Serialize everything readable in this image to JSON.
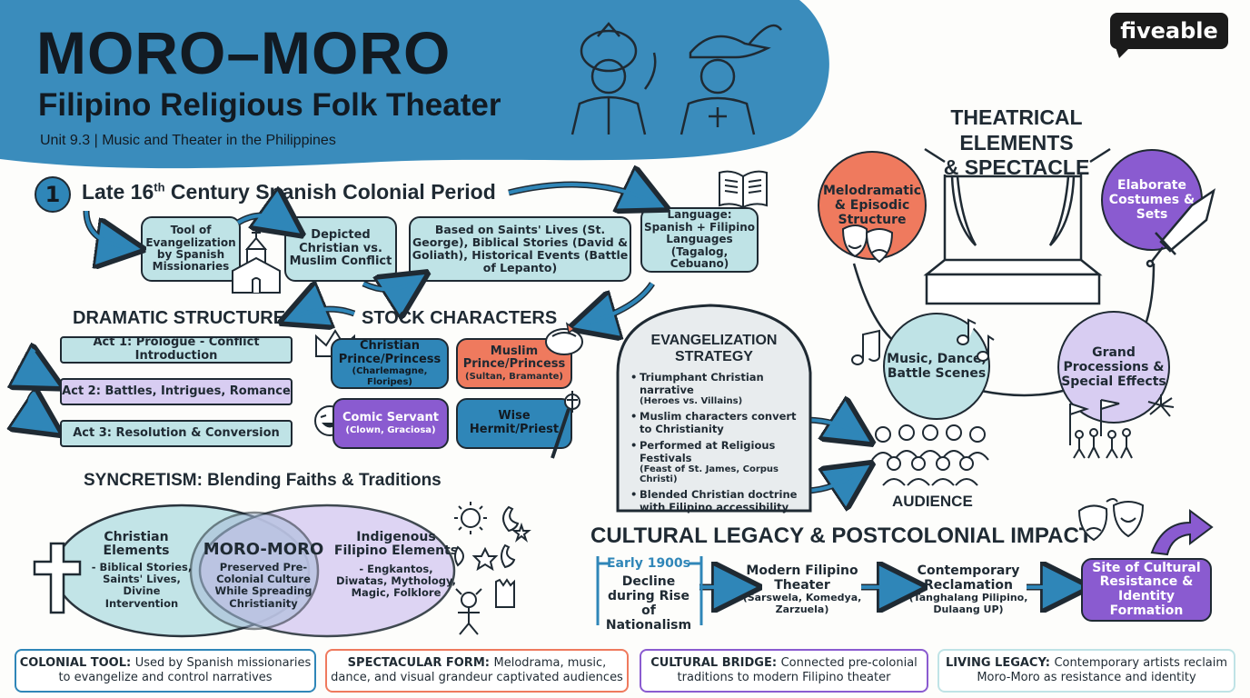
{
  "brand": "fiveable",
  "header": {
    "title": "MORO–MORO",
    "subtitle": "Filipino Religious Folk Theater",
    "unit": "Unit 9.3 | Music and Theater in the Philippines"
  },
  "timeline": {
    "number": "1",
    "period_pre": "Late 16",
    "period_sup": "th",
    "period_post": " Century Spanish Colonial Period",
    "tool": "Tool of Evangelization by Spanish Missionaries",
    "depicted": "Depicted Christian vs. Muslim Conflict",
    "based_on": "Based on Saints' Lives (St. George), Biblical Stories (David & Goliath), Historical Events (Battle of Lepanto)",
    "language": "Language: Spanish + Filipino Languages (Tagalog, Cebuano)"
  },
  "dramatic": {
    "heading": "DRAMATIC STRUCTURE",
    "acts": [
      "Act 1: Prologue - Conflict Introduction",
      "Act 2: Battles, Intrigues, Romance",
      "Act 3: Resolution & Conversion"
    ]
  },
  "stock": {
    "heading": "STOCK CHARACTERS",
    "christian": {
      "title": "Christian Prince/Princess",
      "sub": "(Charlemagne, Floripes)"
    },
    "muslim": {
      "title": "Muslim Prince/Princess",
      "sub": "(Sultan, Bramante)"
    },
    "comic": {
      "title": "Comic Servant",
      "sub": "(Clown, Graciosa)"
    },
    "hermit": {
      "title": "Wise Hermit/Priest"
    }
  },
  "strategy": {
    "heading": "EVANGELIZATION STRATEGY",
    "items": [
      {
        "text": "Triumphant Christian narrative",
        "sub": "(Heroes vs. Villains)"
      },
      {
        "text": "Muslim characters convert to Christianity",
        "sub": ""
      },
      {
        "text": "Performed at Religious Festivals",
        "sub": "(Feast of St. James, Corpus Christi)"
      },
      {
        "text": "Blended Christian doctrine with Filipino accessibility",
        "sub": ""
      }
    ]
  },
  "audience": "AUDIENCE",
  "theatrical": {
    "heading_line1": "THEATRICAL ELEMENTS",
    "heading_line2": "& SPECTACLE",
    "melodramatic": "Melodramatic & Episodic Structure",
    "costumes": "Elaborate Costumes & Sets",
    "music": "Music, Dance, Battle Scenes",
    "processions": "Grand Processions & Special Effects"
  },
  "syncretism": {
    "heading": "SYNCRETISM: Blending Faiths & Traditions",
    "christian_title": "Christian Elements",
    "christian_list": "- Biblical Stories, Saints' Lives, Divine Intervention",
    "center_title": "MORO-MORO",
    "center_text": "Preserved Pre-Colonial Culture While Spreading Christianity",
    "indigenous_title": "Indigenous Filipino Elements",
    "indigenous_list": "- Engkantos, Diwatas, Mythology, Magic, Folklore"
  },
  "legacy": {
    "heading": "CULTURAL LEGACY & POSTCOLONIAL IMPACT",
    "early": "Early 1900s",
    "decline": "Decline during Rise of Nationalism",
    "modern_title": "Modern Filipino Theater",
    "modern_sub": "(Sarswela, Komedya, Zarzuela)",
    "contemp_title": "Contemporary Reclamation",
    "contemp_sub": "(Tanghalang Pilipino, Dulaang UP)",
    "site": "Site of Cultural Resistance & Identity Formation"
  },
  "footer": [
    {
      "label": "COLONIAL TOOL:",
      "text": "Used by Spanish missionaries to evangelize and control narratives",
      "color": "#2f86b8"
    },
    {
      "label": "SPECTACULAR FORM:",
      "text": "Melodrama, music, dance, and visual grandeur captivated audiences",
      "color": "#ef7a5e"
    },
    {
      "label": "CULTURAL BRIDGE:",
      "text": "Connected pre-colonial traditions to modern Filipino theater",
      "color": "#8a5bd0"
    },
    {
      "label": "LIVING LEGACY:",
      "text": "Contemporary artists reclaim Moro-Moro as resistance and identity",
      "color": "#bfe3e6"
    }
  ]
}
